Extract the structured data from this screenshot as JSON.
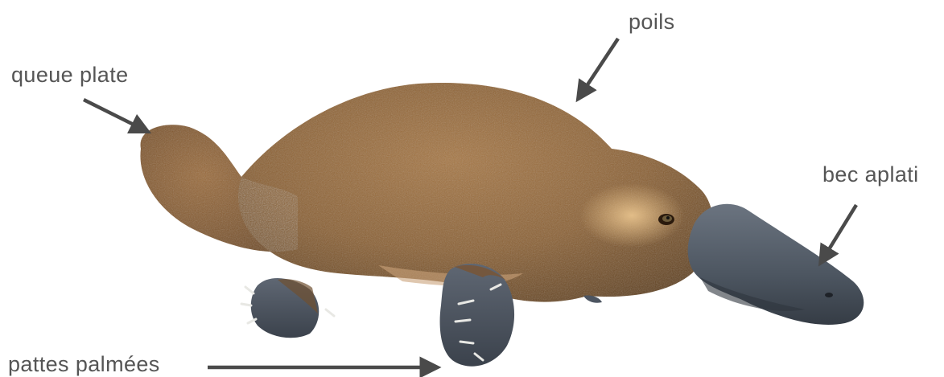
{
  "labels": {
    "fur": "poils",
    "tail": "queue plate",
    "bill": "bec aplati",
    "feet": "pattes palmées"
  },
  "colors": {
    "label_text": "#555555",
    "arrow": "#4a4a4a",
    "fur": "#8a5f32",
    "fur_dark": "#5e3f1f",
    "fur_light": "#c79a62",
    "bill": "#4c5560",
    "foot": "#4d5561",
    "claw": "#e8e8e4"
  }
}
